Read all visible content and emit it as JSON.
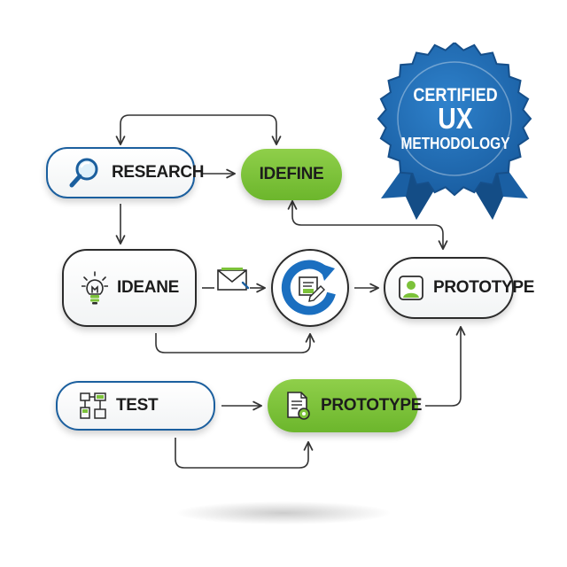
{
  "nodes": {
    "research": {
      "label": "RESEARCH",
      "icon": "magnifier-icon"
    },
    "define": {
      "label": "IDEFINE"
    },
    "ideate": {
      "label": "IDEANE",
      "icon": "lightbulb-icon"
    },
    "prototype_top": {
      "label": "PROTOTYPE",
      "icon": "user-profile-icon"
    },
    "test": {
      "label": "TEST",
      "icon": "wireframe-icon"
    },
    "prototype_bottom": {
      "label": "PROTOTYPE",
      "icon": "document-gear-icon"
    }
  },
  "center": {
    "icon": "cycle-document-icon",
    "envelope_icon": "envelope-icon"
  },
  "badge": {
    "line1": "CERTIFIED",
    "line2": "UX",
    "line3": "METHODOLOGY"
  },
  "colors": {
    "blue": "#1b5f9e",
    "green": "#7cc23a",
    "dark": "#2b2b2b",
    "arrow": "#333333"
  }
}
